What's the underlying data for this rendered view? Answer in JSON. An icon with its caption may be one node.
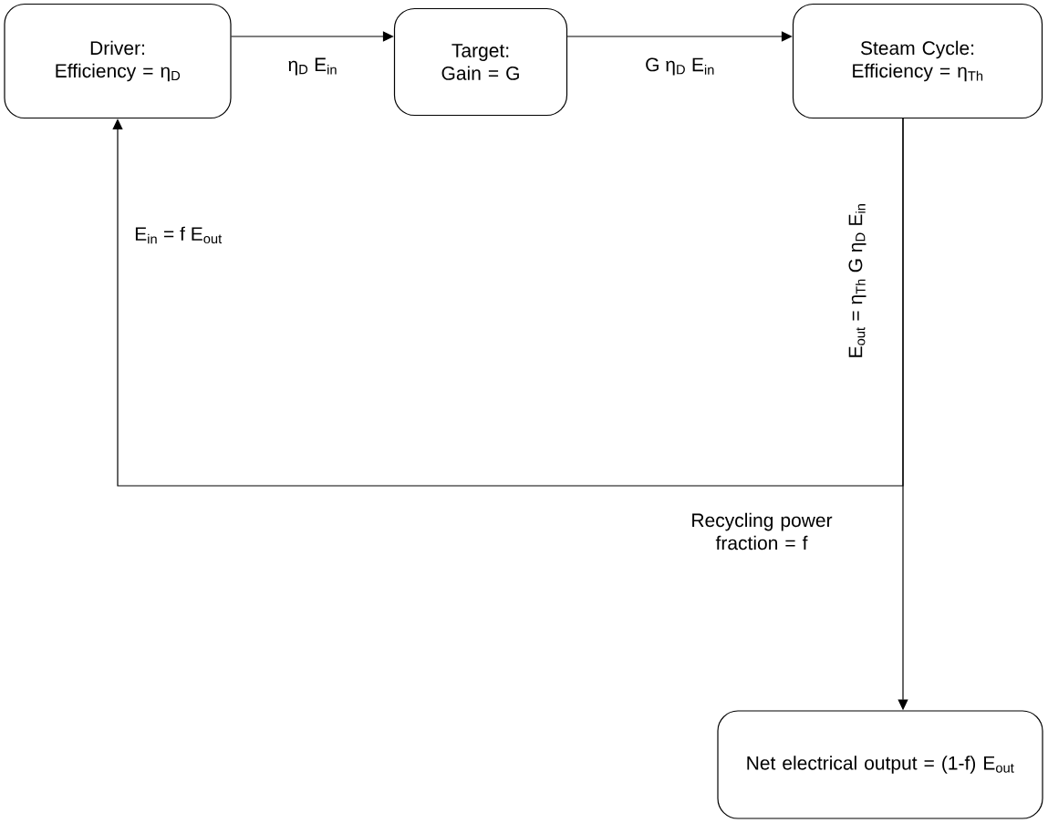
{
  "diagram": {
    "nodes": [
      {
        "text": [
          "Driver:",
          "Efficiency = η$_{D}$"
        ]
      },
      {
        "text": [
          "Target:",
          "Gain = G"
        ]
      },
      {
        "text": [
          "Steam Cycle:",
          "Efficiency = η$_{Th}$"
        ]
      },
      {
        "text": [
          "Net electrical output = (1-f) E$_{out}$"
        ]
      }
    ],
    "edges": [
      {
        "from": 0,
        "to": 1,
        "arrow": "to",
        "label": "η$_{D}$ E$_{in}$"
      },
      {
        "from": 1,
        "to": 2,
        "arrow": "to",
        "label": "G η$_{D}$ E$_{in}$"
      },
      {
        "from": 2,
        "to": 0,
        "arrow": "to",
        "label": "E$_{in}$ = f E$_{out}$"
      },
      {
        "from": 2,
        "to": 3,
        "arrow": "to",
        "label": "E$_{out}$ = η$_{Th}$ G η$_{D}$ E$_{in}$"
      }
    ],
    "labels": [
      "Recycling power fraction = f"
    ]
  }
}
